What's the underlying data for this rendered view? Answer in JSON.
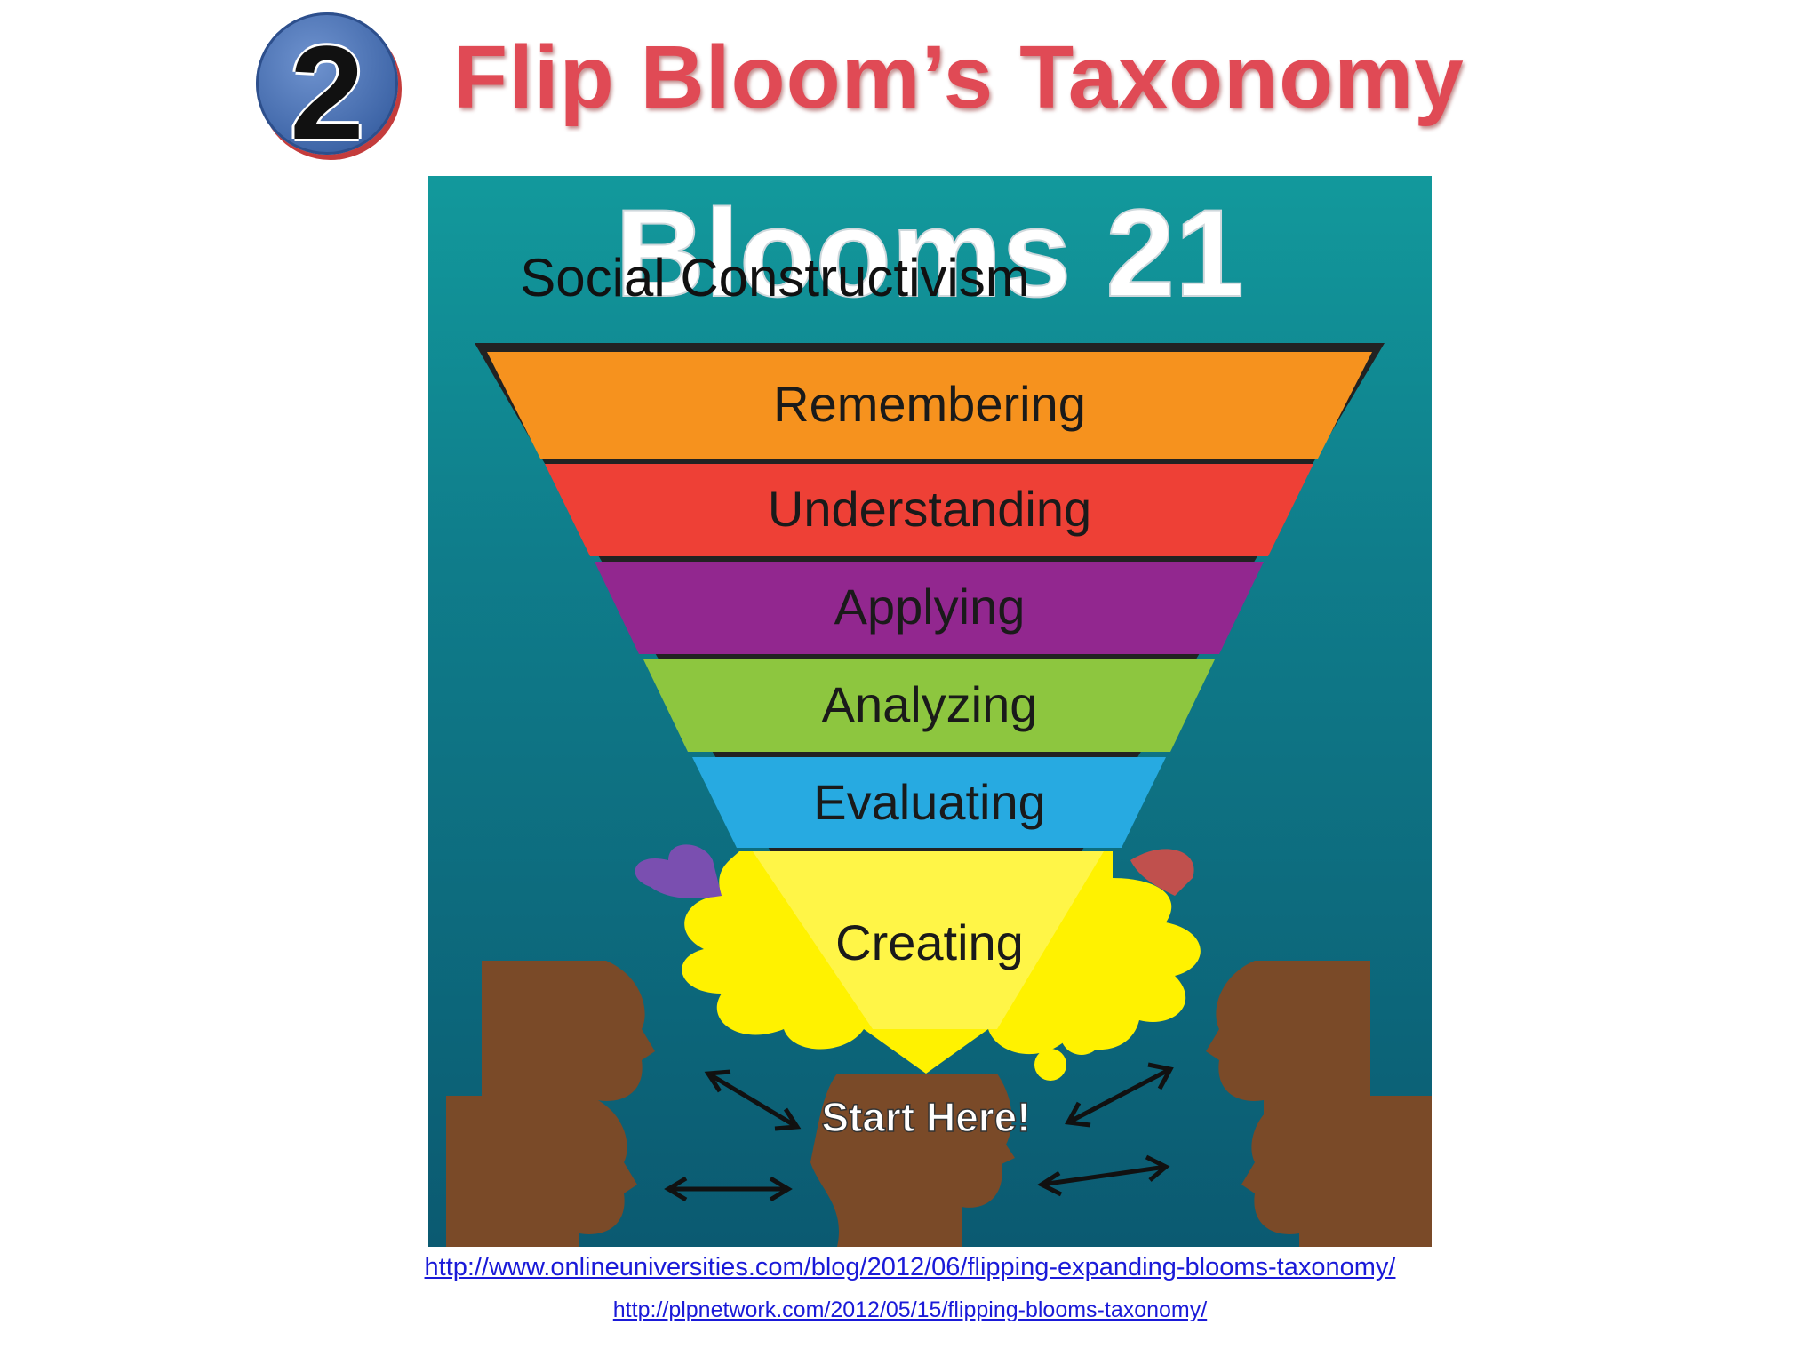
{
  "slide": {
    "number": "2",
    "title": "Flip Bloom’s Taxonomy"
  },
  "diagram": {
    "poster_title": "Blooms 21",
    "subtitle": "Social Constructivism",
    "levels": [
      {
        "label": "Remembering",
        "color": "#f6921e"
      },
      {
        "label": "Understanding",
        "color": "#ee4036"
      },
      {
        "label": "Applying",
        "color": "#92278f"
      },
      {
        "label": "Analyzing",
        "color": "#8dc63f"
      },
      {
        "label": "Evaluating",
        "color": "#27aae1"
      },
      {
        "label": "Creating",
        "color": "#fff200"
      }
    ],
    "start_label": "Start Here!"
  },
  "sources": {
    "link1": "http://www.onlineuniversities.com/blog/2012/06/flipping-expanding-blooms-taxonomy/",
    "link2": "http://plpnetwork.com/2012/05/15/flipping-blooms-taxonomy/"
  }
}
